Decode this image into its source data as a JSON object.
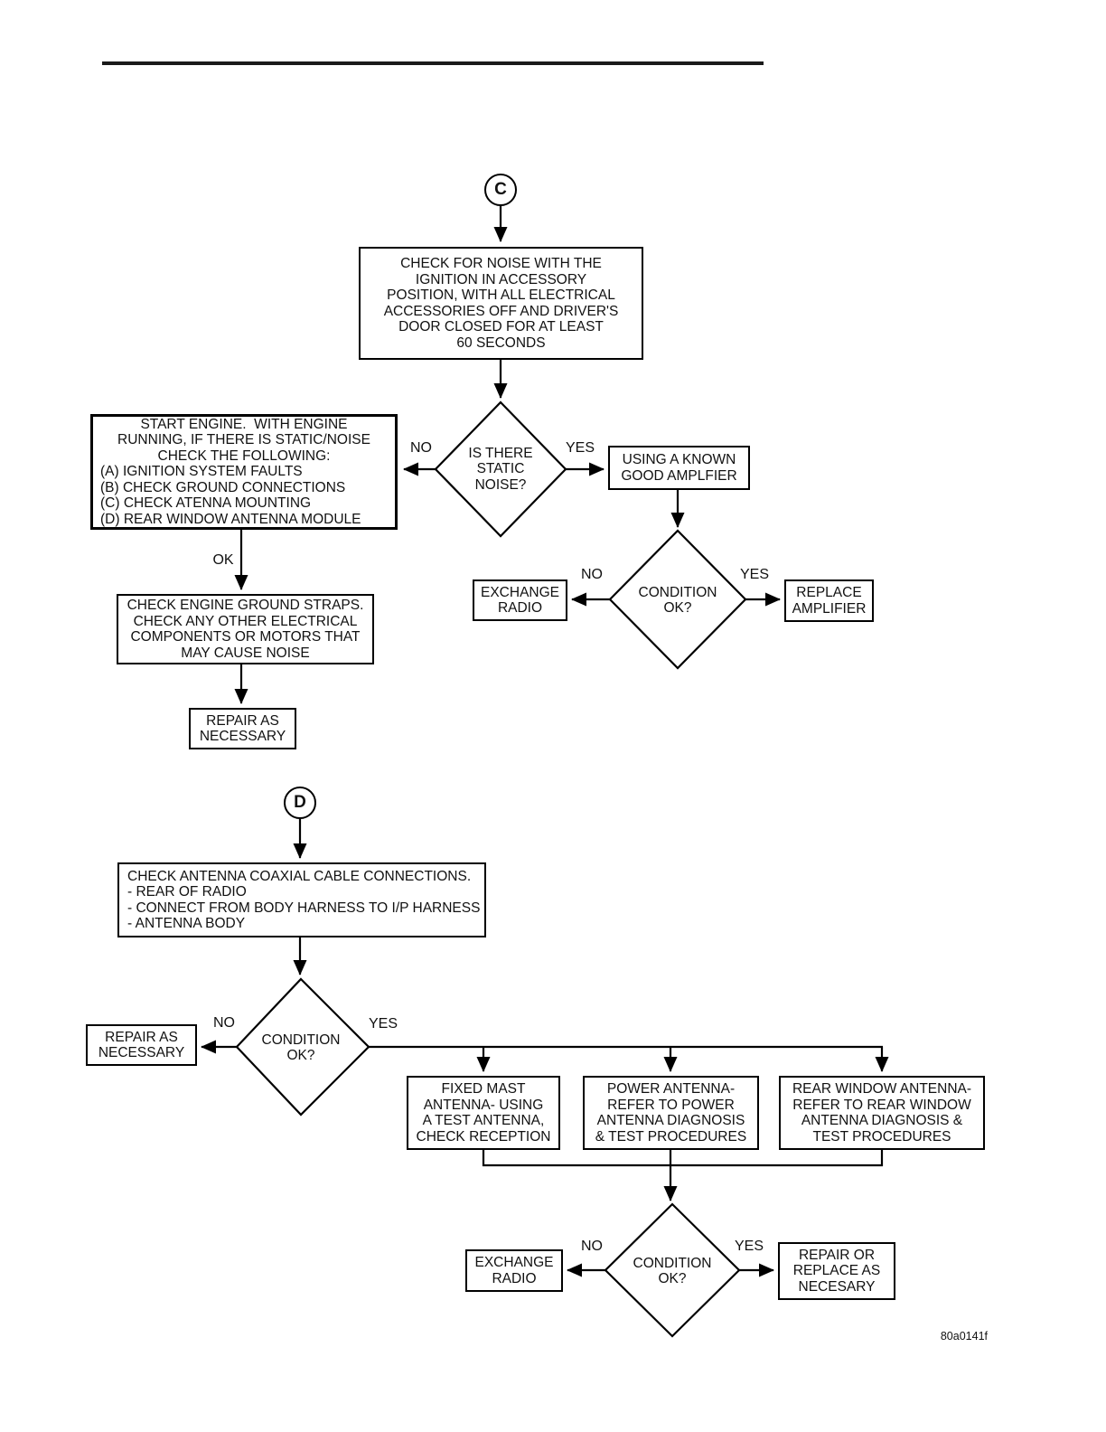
{
  "meta": {
    "figure_code": "80a0141f"
  },
  "labels": {
    "yes": "YES",
    "no": "NO",
    "ok": "OK"
  },
  "c": {
    "connector": "C",
    "check_noise": "CHECK FOR NOISE WITH THE\nIGNITION IN ACCESSORY\nPOSITION, WITH ALL ELECTRICAL\nACCESSORIES OFF AND DRIVER'S\nDOOR CLOSED FOR AT LEAST\n60 SECONDS",
    "static_noise_q": "IS THERE\nSTATIC\nNOISE?",
    "start_engine_head": "START ENGINE.  WITH ENGINE\nRUNNING, IF THERE IS STATIC/NOISE\nCHECK THE FOLLOWING:",
    "start_engine_items": "(A) IGNITION SYSTEM FAULTS\n(B) CHECK GROUND CONNECTIONS\n(C) CHECK ATENNA MOUNTING\n(D) REAR WINDOW ANTENNA MODULE",
    "known_amplifier": "USING A KNOWN\nGOOD AMPLFIER",
    "ground_straps": "CHECK ENGINE GROUND STRAPS.\nCHECK ANY OTHER ELECTRICAL\nCOMPONENTS OR MOTORS THAT\nMAY CAUSE NOISE",
    "repair": "REPAIR AS\nNECESSARY",
    "condition_q": "CONDITION\nOK?",
    "exchange_radio": "EXCHANGE\nRADIO",
    "replace_amplifier": "REPLACE\nAMPLIFIER"
  },
  "d": {
    "connector": "D",
    "check_coax": "CHECK ANTENNA COAXIAL CABLE CONNECTIONS.\n- REAR OF RADIO\n- CONNECT FROM BODY HARNESS TO I/P HARNESS\n- ANTENNA BODY",
    "condition_q1": "CONDITION\nOK?",
    "repair": "REPAIR AS\nNECESSARY",
    "fixed_mast": "FIXED MAST\nANTENNA- USING\nA TEST ANTENNA,\nCHECK RECEPTION",
    "power_antenna": "POWER ANTENNA-\nREFER TO POWER\nANTENNA DIAGNOSIS\n& TEST PROCEDURES",
    "rear_window": "REAR WINDOW ANTENNA-\nREFER TO REAR WINDOW\nANTENNA DIAGNOSIS &\nTEST PROCEDURES",
    "condition_q2": "CONDITION\nOK?",
    "exchange_radio": "EXCHANGE\nRADIO",
    "repair_replace": "REPAIR OR\nREPLACE AS\nNECESARY"
  }
}
